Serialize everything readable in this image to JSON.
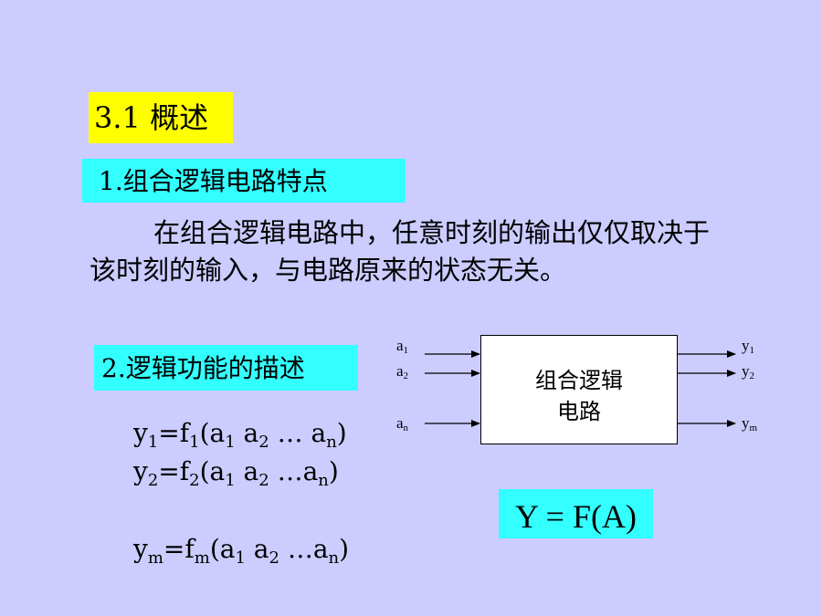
{
  "heading": "3.1 概述",
  "section1": {
    "label": "1.组合逻辑电路特点",
    "paragraph": "在组合逻辑电路中，任意时刻的输出仅仅取决于该时刻的输入，与电路原来的状态无关。"
  },
  "section2": {
    "label": "2.逻辑功能的描述"
  },
  "equations": [
    {
      "y": "y",
      "ysub": "1",
      "eq": "=f",
      "fsub": "1",
      "open": "(a",
      "a1sub": "1",
      "mid": " a",
      "a2sub": "2",
      "dots": " … a",
      "ansub": "n",
      "close": ")"
    },
    {
      "y": "y",
      "ysub": "2",
      "eq": "=f",
      "fsub": "2",
      "open": "(a",
      "a1sub": "1",
      "mid": " a",
      "a2sub": "2",
      "dots": " …a",
      "ansub": "n",
      "close": ")"
    },
    {
      "y": "y",
      "ysub": "m",
      "eq": "=f",
      "fsub": "m",
      "open": "(a",
      "a1sub": "1",
      "mid": " a",
      "a2sub": "2",
      "dots": " …a",
      "ansub": "n",
      "close": ")"
    }
  ],
  "formula": "Y = F(A)",
  "diagram": {
    "box_label_line1": "组合逻辑",
    "box_label_line2": "电路",
    "inputs": [
      {
        "base": "a",
        "sub": "1"
      },
      {
        "base": "a",
        "sub": "2"
      },
      {
        "base": "a",
        "sub": "n"
      }
    ],
    "outputs": [
      {
        "base": "y",
        "sub": "1"
      },
      {
        "base": "y",
        "sub": "2"
      },
      {
        "base": "y",
        "sub": "m"
      }
    ]
  }
}
